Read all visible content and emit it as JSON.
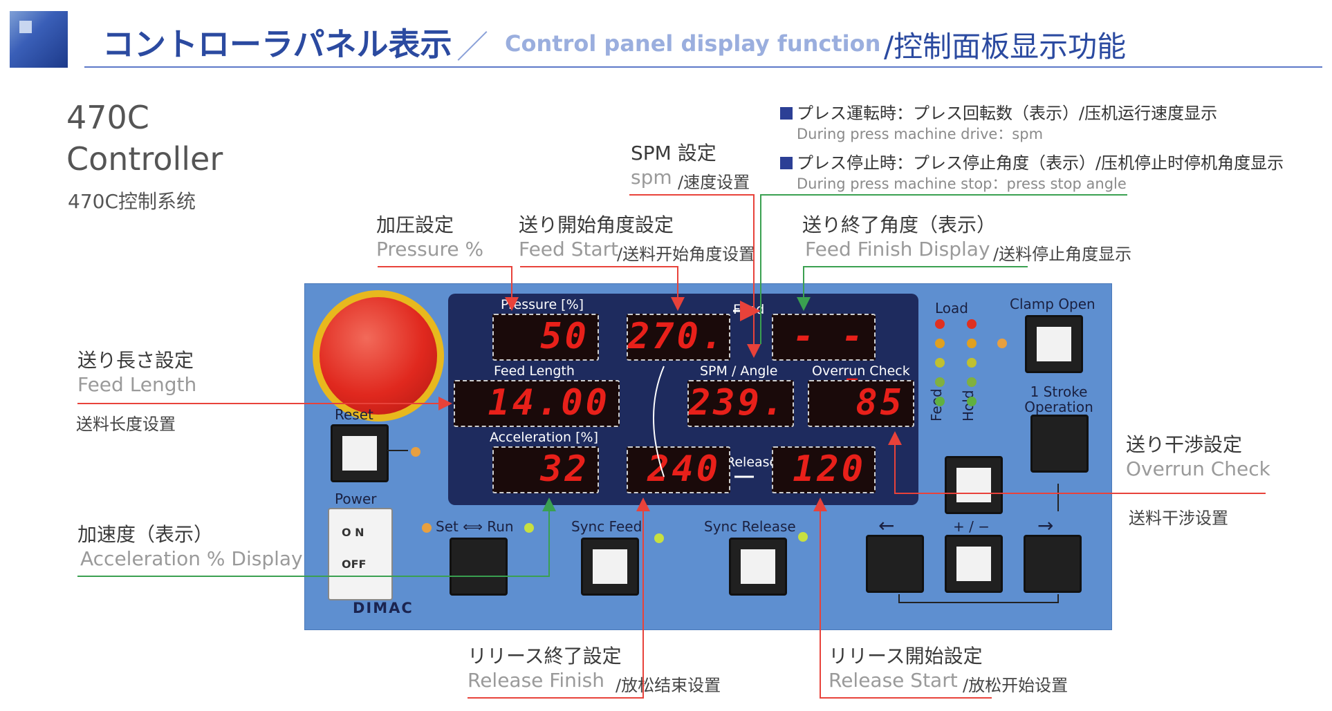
{
  "header": {
    "title_jp": "コントローラパネル表示",
    "separator": "／",
    "title_en": "Control panel display function",
    "title_cn": "/控制面板显示功能"
  },
  "controller": {
    "model": "470C",
    "name": "Controller",
    "name_cn": "470C控制系统"
  },
  "notes": [
    {
      "jp": "プレス運転時：プレス回転数（表示）/压机运行速度显示",
      "en": "During press machine drive：spm"
    },
    {
      "jp": "プレス停止時：プレス停止角度（表示）/压机停止时停机角度显示",
      "en": "During press machine stop：press stop angle"
    }
  ],
  "callouts": {
    "spm": {
      "jp": "SPM 設定",
      "en": "spm",
      "cn": "/速度设置"
    },
    "pressure": {
      "jp": "加圧設定",
      "en": "Pressure %"
    },
    "feed_start": {
      "jp": "送り開始角度設定",
      "en": "Feed Start",
      "cn": "/送料开始角度设置"
    },
    "feed_finish": {
      "jp": "送り終了角度（表示）",
      "en": "Feed Finish Display",
      "cn": "/送料停止角度显示"
    },
    "feed_length": {
      "jp": "送り長さ設定",
      "en": "Feed Length",
      "cn": "送料长度设置"
    },
    "acceleration": {
      "jp": "加速度（表示）",
      "en": "Acceleration % Display"
    },
    "overrun": {
      "jp": "送り干渉設定",
      "en": "Overrun Check",
      "cn": "送料干涉设置"
    },
    "release_finish": {
      "jp": "リリース終了設定",
      "en": "Release Finish",
      "cn": "/放松结束设置"
    },
    "release_start": {
      "jp": "リリース開始設定",
      "en": "Release Start",
      "cn": "/放松开始设置"
    }
  },
  "panel": {
    "labels": {
      "pressure": "Pressure [%]",
      "feed": "Feed",
      "feed_length": "Feed Length",
      "spm_angle": "SPM / Angle",
      "overrun_check": "Overrun Check",
      "acceleration": "Acceleration [%]",
      "release": "Release",
      "reset": "Reset",
      "power": "Power",
      "on": "O N",
      "off": "OFF",
      "set_run": "Set ⟺ Run",
      "sync_feed": "Sync Feed",
      "sync_release": "Sync Release",
      "load": "Load",
      "clamp_open": "Clamp Open",
      "stroke_operation": "1 Stroke Operation",
      "feed_v": "Feed",
      "hold_v": "Hold",
      "arrow_left": "←",
      "plus_minus": "+ / −",
      "arrow_right": "→",
      "brand": "DIMAC"
    },
    "displays": {
      "pressure": "50",
      "feed_start": "270.",
      "feed_finish": "- - -",
      "feed_length": "14.00",
      "spm_angle": "239.",
      "overrun": "85",
      "acceleration": "32",
      "release_finish": "240",
      "release_start": "120"
    }
  },
  "colors": {
    "red_line": "#e8423a",
    "green_line": "#3aa050",
    "panel": "#5e8fd0",
    "board": "#1e2b5e",
    "title_blue": "#2b4aa0"
  }
}
